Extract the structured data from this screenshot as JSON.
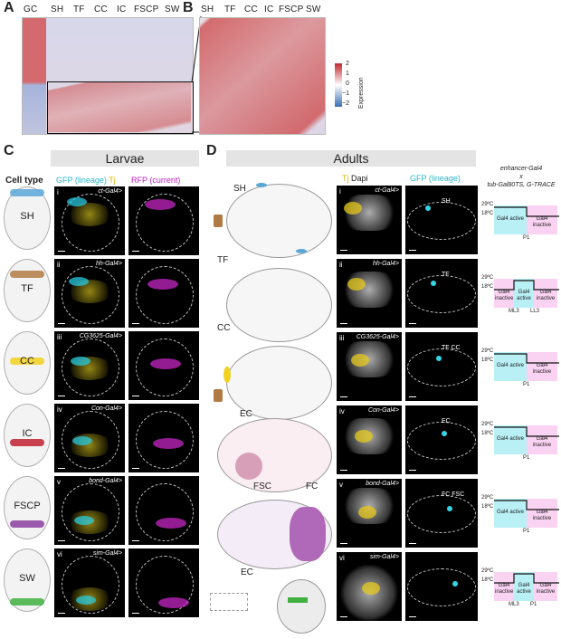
{
  "panels": {
    "A": {
      "letter": "A",
      "columns": [
        "GC",
        "SH",
        "TF",
        "CC",
        "IC",
        "FSCP",
        "SW"
      ]
    },
    "B": {
      "letter": "B",
      "columns": [
        "SH",
        "TF",
        "CC",
        "IC",
        "FSCP",
        "SW"
      ]
    },
    "legend": {
      "title": "Expression",
      "ticks": [
        "2",
        "1",
        "0",
        "−1",
        "−2"
      ],
      "colors": {
        "high": "#c0282f",
        "mid": "#ffffff",
        "low": "#3a6fb5"
      }
    },
    "C": {
      "letter": "C",
      "banner": "Larvae",
      "headers": {
        "cell_type": "Cell type",
        "gfp": "GFP (lineage)",
        "tj": "Tj",
        "rfp": "RFP (current)"
      },
      "rows": [
        {
          "cell": "SH",
          "num": "i",
          "gal4": "ct-Gal4>",
          "color": "#5aa8d8"
        },
        {
          "cell": "TF",
          "num": "ii",
          "gal4": "hh-Gal4>",
          "color": "#b07a44"
        },
        {
          "cell": "CC",
          "num": "iii",
          "gal4": "CG3625-Gal4>",
          "color": "#f0d020"
        },
        {
          "cell": "IC",
          "num": "iv",
          "gal4": "Con-Gal4>",
          "color": "#c02030"
        },
        {
          "cell": "FSCP",
          "num": "v",
          "gal4": "bond-Gal4>",
          "color": "#8a3fa0"
        },
        {
          "cell": "SW",
          "num": "vi",
          "gal4": "sim-Gal4>",
          "color": "#40b040"
        }
      ]
    },
    "D": {
      "letter": "D",
      "banner": "Adults",
      "headers": {
        "tj": "Tj",
        "dapi": "Dapi",
        "gfp": "GFP (lineage)"
      },
      "cross": {
        "line1": "enhancer-Gal4",
        "x": "x",
        "line2": "tub-Gal80TS, G-TRACE"
      },
      "cell_labels": [
        "SH",
        "TF",
        "CC",
        "EC",
        "FSC",
        "FC",
        "EC"
      ],
      "rows": [
        {
          "num": "i",
          "gal4": "ct-Gal4>",
          "inset": "SH",
          "schedule": {
            "left": "Gal4 active",
            "right": "Gal4 inactive",
            "marks": [
              "P1"
            ]
          }
        },
        {
          "num": "ii",
          "gal4": "hh-Gal4>",
          "inset": "TF",
          "schedule": {
            "left": "Gal4 inactive",
            "mid": "Gal4 active",
            "right": "Gal4 inactive",
            "marks": [
              "ML3",
              "LL3"
            ]
          }
        },
        {
          "num": "iii",
          "gal4": "CG3625-Gal4>",
          "inset": "TF CC",
          "schedule": {
            "left": "Gal4 active",
            "right": "Gal4 inactive",
            "marks": [
              "P1"
            ]
          }
        },
        {
          "num": "iv",
          "gal4": "Con-Gal4>",
          "inset": "EC",
          "schedule": {
            "left": "Gal4 active",
            "right": "Gal4 inactive",
            "marks": [
              "P1"
            ]
          }
        },
        {
          "num": "v",
          "gal4": "bond-Gal4>",
          "inset": "FC FSC",
          "schedule": {
            "left": "Gal4 active",
            "right": "Gal4 inactive",
            "marks": [
              "P1"
            ]
          }
        },
        {
          "num": "vi",
          "gal4": "sim-Gal4>",
          "inset": "",
          "schedule": {
            "left": "Gal4 inactive",
            "mid": "Gal4 active",
            "right": "Gal4 inactive",
            "marks": [
              "ML3",
              "P1"
            ]
          }
        }
      ],
      "temps": {
        "hot": "29ºC",
        "cold": "18ºC"
      },
      "colors": {
        "active": "#b8f0f6",
        "inactive": "#fad2f2"
      }
    }
  }
}
